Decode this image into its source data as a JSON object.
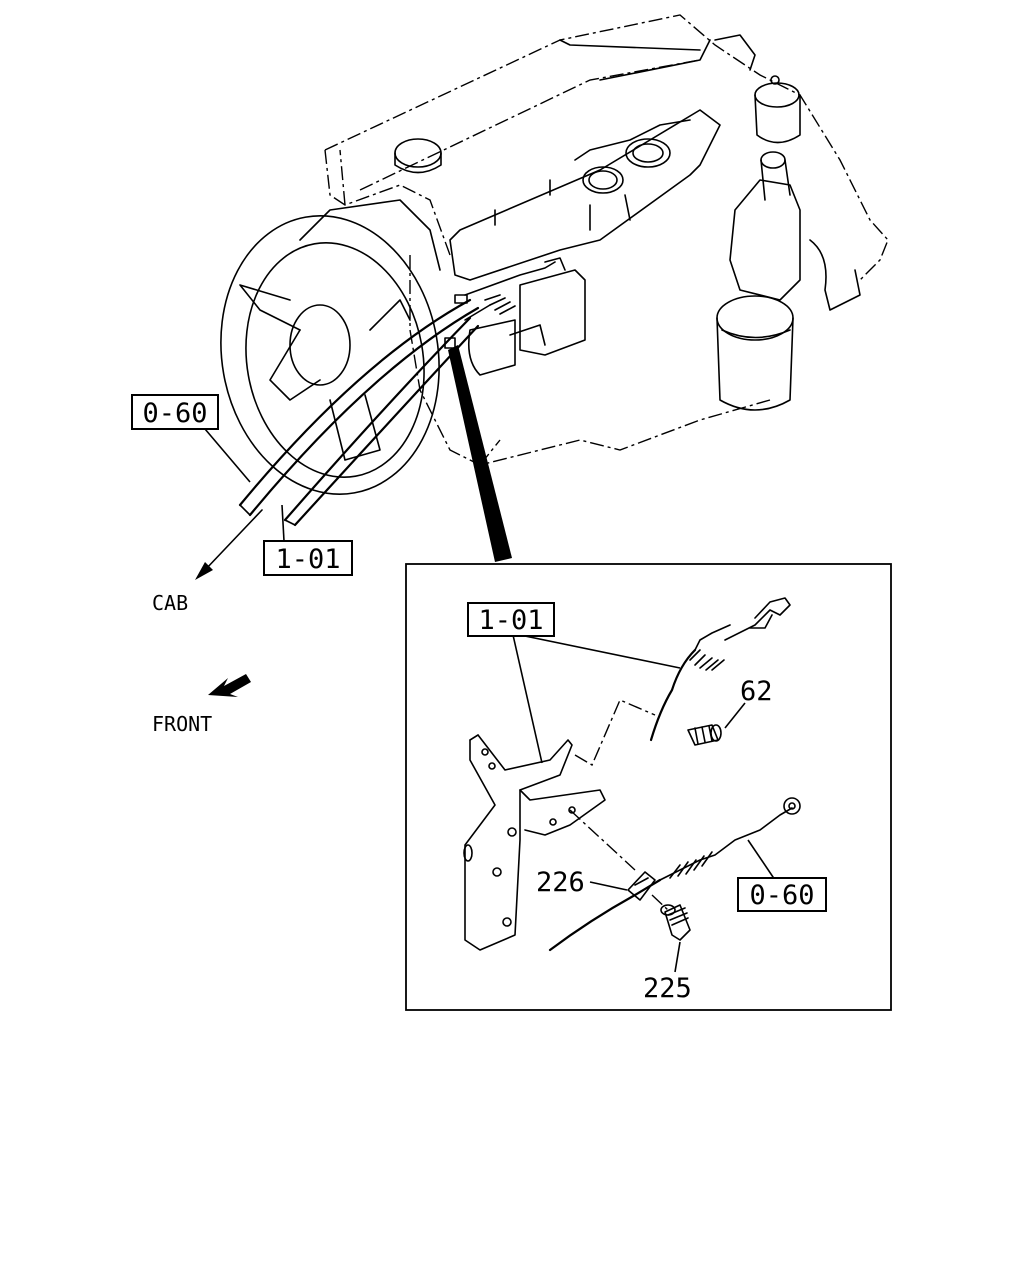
{
  "labels": {
    "ref_0_60_main": "0-60",
    "ref_1_01_main": "1-01",
    "cab": "CAB",
    "front": "FRONT",
    "ref_1_01_detail": "1-01",
    "part_62": "62",
    "part_226": "226",
    "ref_0_60_detail": "0-60",
    "part_225": "225"
  },
  "colors": {
    "ink": "#000000",
    "paper": "#ffffff"
  }
}
